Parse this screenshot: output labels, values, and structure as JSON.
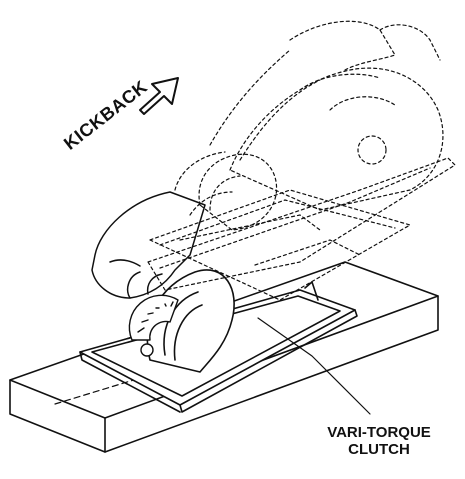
{
  "labels": {
    "kickback": "KICKBACK",
    "clutch_line1": "VARI-TORQUE",
    "clutch_line2": "CLUTCH"
  },
  "colors": {
    "ink": "#111111",
    "background": "#ffffff"
  },
  "icons": {
    "kickback_arrow": "outline-arrow-up-right-icon"
  }
}
